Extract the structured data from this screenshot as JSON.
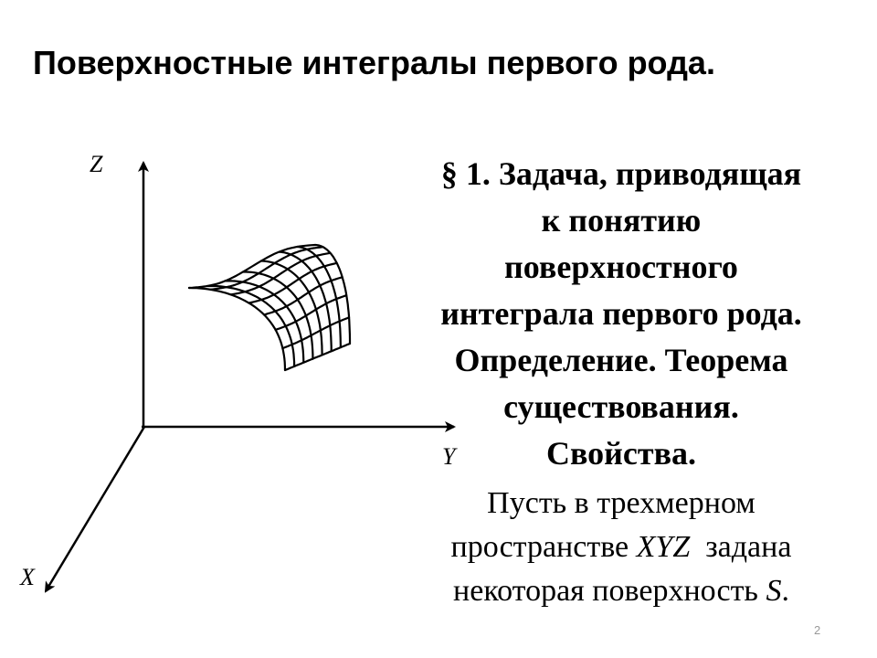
{
  "title": "Поверхностные интегралы первого рода.",
  "figure": {
    "axis_labels": {
      "z": "Z",
      "y": "Y",
      "x": "X"
    }
  },
  "section": {
    "lines": [
      "§ 1. Задача, приводящая",
      "к понятию",
      "поверхностного",
      "интеграла первого рода.",
      "Определение. Теорема",
      "существования.",
      "Свойства."
    ]
  },
  "body": {
    "line1": "Пусть в трехмерном",
    "line2_before": "пространстве ",
    "line2_space": "XYZ",
    "line2_after": "  задана",
    "line3_before": "некоторая поверхность ",
    "line3_surface": "S",
    "line3_after": "."
  },
  "page_number": "2"
}
